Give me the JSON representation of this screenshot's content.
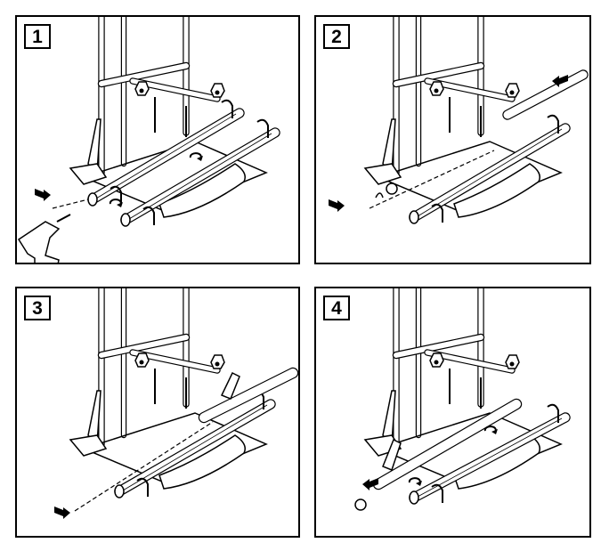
{
  "panels": [
    {
      "number": "1",
      "step": "remove-rail-screw-with-drill"
    },
    {
      "number": "2",
      "step": "slide-out-rail"
    },
    {
      "number": "3",
      "step": "insert-rail"
    },
    {
      "number": "4",
      "step": "fasten-rail"
    }
  ],
  "colors": {
    "line": "#000000",
    "background": "#ffffff"
  }
}
